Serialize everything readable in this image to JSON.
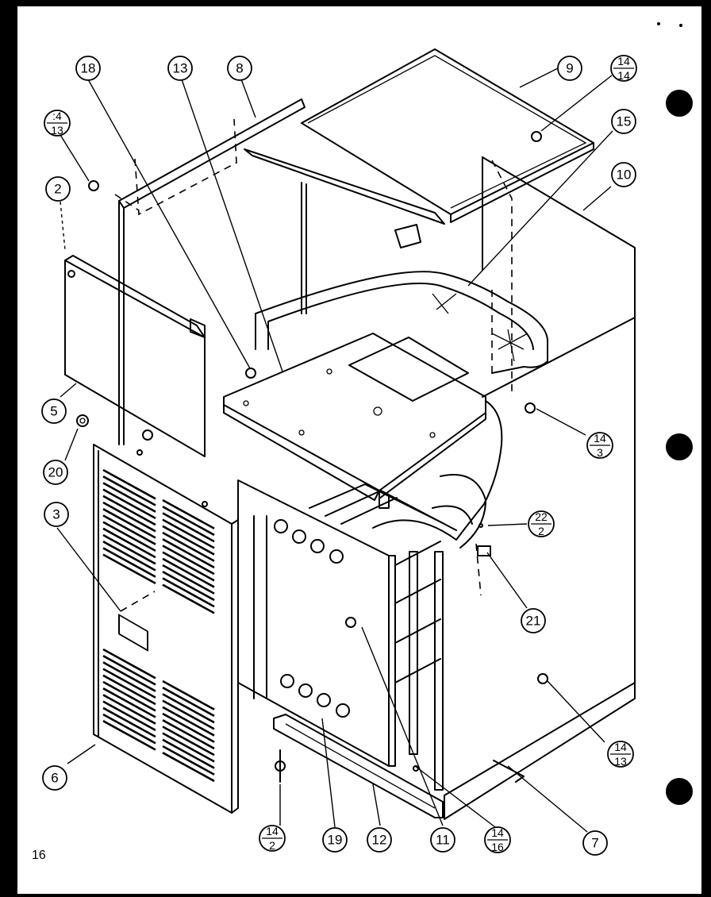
{
  "page_number": "16",
  "callouts": {
    "c18": "18",
    "c13": "13",
    "c8": "8",
    "c9": "9",
    "c15": "15",
    "c10": "10",
    "c2": "2",
    "c5": "5",
    "c20": "20",
    "c3": "3",
    "c6": "6",
    "c21": "21",
    "c19": "19",
    "c12": "12",
    "c11": "11",
    "c7": "7"
  },
  "fractions": {
    "f_14_14": {
      "num": "14",
      "den": "14"
    },
    "f_4_13": {
      "num": ":4",
      "den": "13"
    },
    "f_14_3": {
      "num": "14",
      "den": "3"
    },
    "f_22_2": {
      "num": "22",
      "den": "2"
    },
    "f_14_13": {
      "num": "14",
      "den": "13"
    },
    "f_14_2": {
      "num": "14",
      "den": "2"
    },
    "f_14_16": {
      "num": "14",
      "den": "16"
    }
  }
}
